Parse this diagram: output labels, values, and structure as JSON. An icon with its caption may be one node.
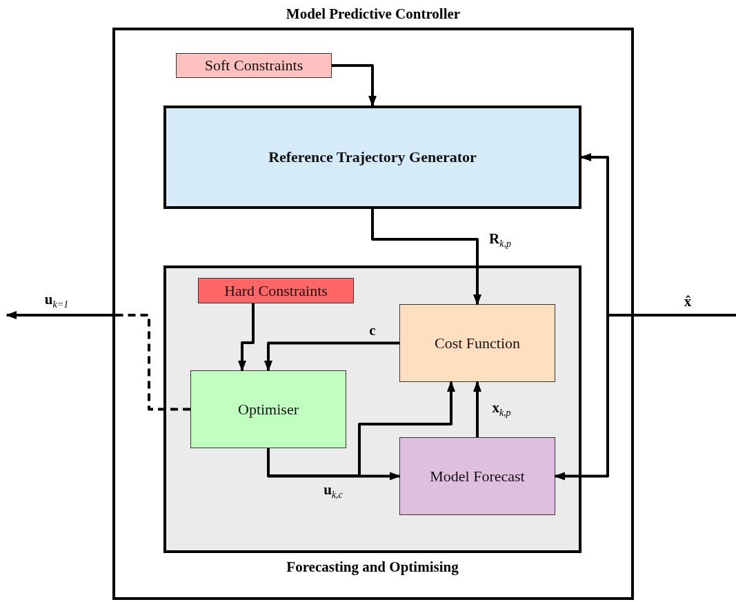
{
  "diagram": {
    "nodes": [
      {
        "text": [
          "Model Predictive Controller"
        ]
      },
      {
        "text": [
          "Soft Constraints"
        ],
        "in": 0
      },
      {
        "text": [
          "Reference Trajectory Generator"
        ],
        "in": 0
      },
      {
        "text": [
          "Forecasting and Optimising"
        ],
        "in": 0
      },
      {
        "text": [
          "Hard Constraints"
        ],
        "in": 3
      },
      {
        "text": [
          "Cost Function"
        ],
        "in": 3
      },
      {
        "text": [
          "Optimiser"
        ],
        "in": 3
      },
      {
        "text": [
          "Model Forecast"
        ],
        "in": 3
      }
    ],
    "edges": [
      {
        "from": 1,
        "to": 2,
        "arrow": "to"
      },
      {
        "from": 2,
        "to": 5,
        "arrow": "to",
        "label": "R$_{k,p}$"
      },
      {
        "from": 4,
        "to": 6,
        "arrow": "to"
      },
      {
        "from": 5,
        "to": 6,
        "arrow": "to",
        "label": "c"
      },
      {
        "from": 6,
        "to": 7,
        "arrow": "to",
        "label": "u$_{k,c}$"
      },
      {
        "from": 6,
        "to": 5,
        "arrow": "to"
      },
      {
        "from": 7,
        "to": 5,
        "arrow": "to",
        "label": "x$_{k,p}$"
      },
      {
        "from": 6,
        "to": null,
        "arrow": "to",
        "style": "dashed",
        "label": "u$_{k=1}$"
      },
      {
        "from": null,
        "to": 2,
        "arrow": "to",
        "label": "x̂"
      },
      {
        "from": null,
        "to": 7,
        "arrow": "to"
      }
    ]
  }
}
